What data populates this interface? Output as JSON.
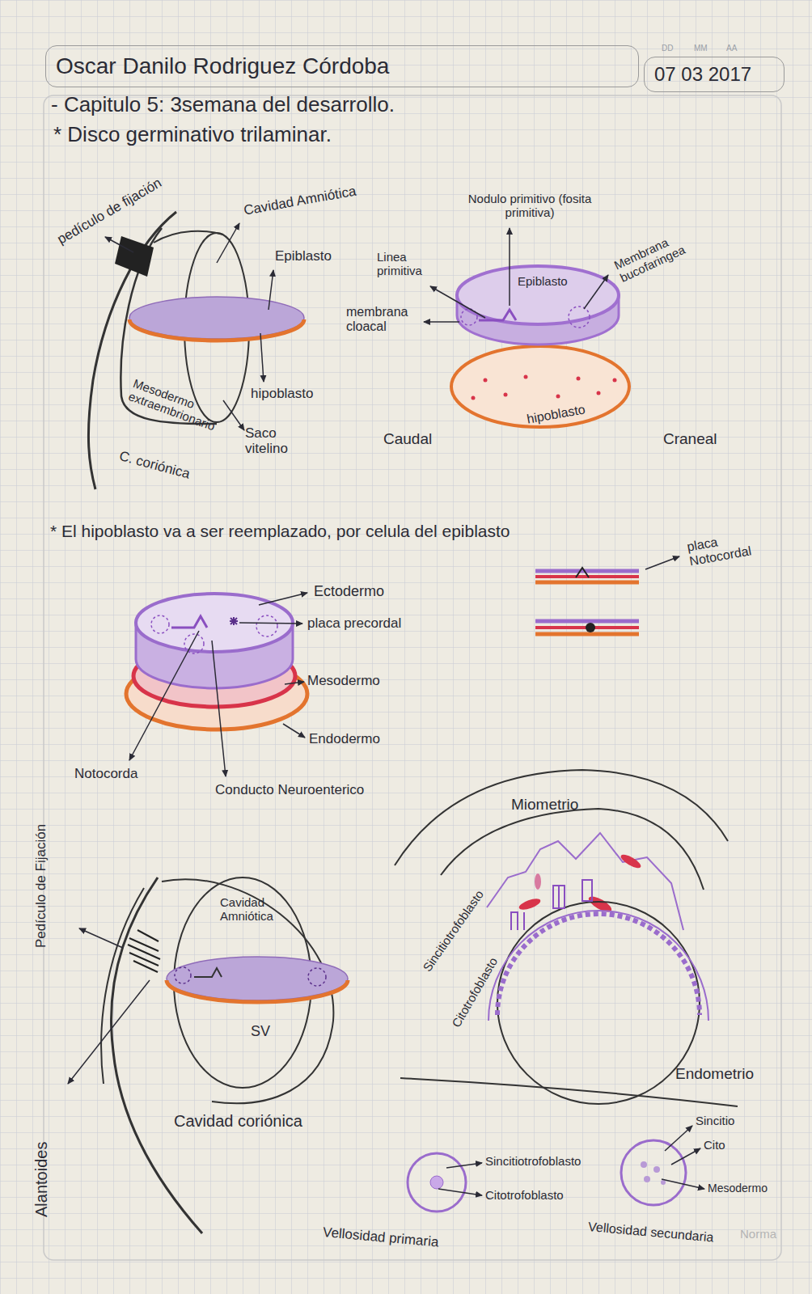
{
  "diagram": {
    "title": "- Capitulo 5: 3semana del desarrollo.",
    "nodes": [
      {
        "text": [
          "Oscar Danilo Rodriguez Córdoba"
        ]
      },
      {
        "text": [
          "07 03 2017"
        ]
      }
    ],
    "labels": [
      "DD",
      "MM",
      "AA",
      "* Disco germinativo trilaminar.",
      "pedículo de fijación",
      "Cavidad Amniótica",
      "Epiblasto",
      "hipoblasto",
      "Saco vitelino",
      "Mesodermo extraembrionario",
      "C. coriónica",
      "Nodulo primitivo (fosita primitiva)",
      "Linea primitiva",
      "Epiblasto",
      "Membrana bucofaringea",
      "membrana cloacal",
      "hipoblasto",
      "Caudal",
      "Craneal",
      "* El hipoblasto va a ser reemplazado, por celula del epiblasto",
      "placa Notocordal",
      "Ectodermo",
      "placa precordal",
      "Mesodermo",
      "Endodermo",
      "Notocorda",
      "Conducto Neuroenterico",
      "Pedículo de Fijación",
      "Cavidad Amniótica",
      "SV",
      "Alantoides",
      "Cavidad coriónica",
      "Miometrio",
      "Sincitiotrofoblasto",
      "Citotrofoblasto",
      "Endometrio",
      "Vellosidad primaria",
      "Sincitiotrofoblasto",
      "Citotrofoblasto",
      "Vellosidad secundaria",
      "Sincitio",
      "Cito",
      "Mesodermo",
      "Norma"
    ]
  }
}
